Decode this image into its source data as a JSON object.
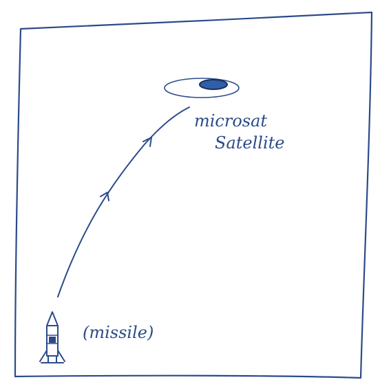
{
  "colors": {
    "ink": "#2b4a8a",
    "satellite_fill": "#2f5fa8",
    "paper": "#ffffff"
  },
  "labels": {
    "satellite_line1": "microsat",
    "satellite_line2": "Satellite",
    "missile": "(missile)"
  },
  "icons": {
    "satellite": "satellite-icon",
    "missile": "missile-icon",
    "trajectory": "trajectory-arrow"
  }
}
